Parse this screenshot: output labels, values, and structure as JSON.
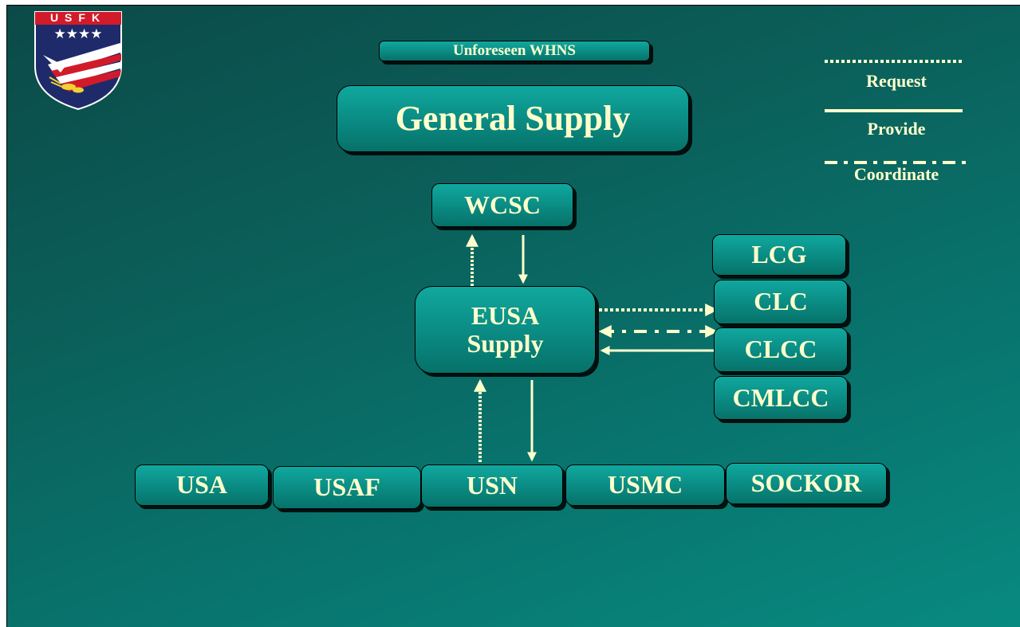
{
  "subtitle": "Unforeseen WHNS",
  "title": "General Supply",
  "logo": {
    "text": "USFK",
    "stars": "★★★★"
  },
  "legend": {
    "request": "Request",
    "provide": "Provide",
    "coordinate": "Coordinate"
  },
  "nodes": {
    "wcsc": "WCSC",
    "eusa_line1": "EUSA",
    "eusa_line2": "Supply",
    "lcg": "LCG",
    "clc": "CLC",
    "clcc": "CLCC",
    "cmlcc": "CMLCC",
    "usa": "USA",
    "usaf": "USAF",
    "usn": "USN",
    "usmc": "USMC",
    "sockor": "SOCKOR"
  },
  "colors": {
    "text": "#ffffcc",
    "arrow": "#ffffcc",
    "box_top": "#10a89f",
    "box_bottom": "#067269",
    "background": "#0b5f5a"
  }
}
